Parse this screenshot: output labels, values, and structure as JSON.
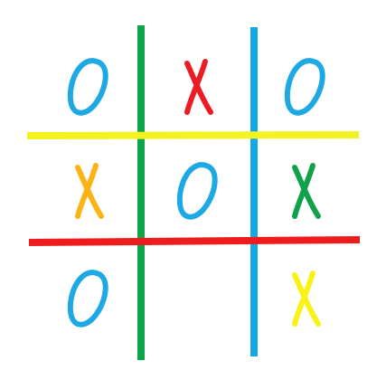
{
  "game": {
    "type": "tic-tac-toe",
    "background": "#ffffff",
    "grid_lines": [
      {
        "orientation": "vertical",
        "position": 1,
        "color": "#0ea449"
      },
      {
        "orientation": "vertical",
        "position": 2,
        "color": "#14a9e3"
      },
      {
        "orientation": "horizontal",
        "position": 1,
        "color": "#f5f222"
      },
      {
        "orientation": "horizontal",
        "position": 2,
        "color": "#ee1c1c"
      }
    ],
    "cells": [
      {
        "row": 0,
        "col": 0,
        "mark": "O",
        "color": "#1ea8e4"
      },
      {
        "row": 0,
        "col": 1,
        "mark": "X",
        "color": "#ec1c24"
      },
      {
        "row": 0,
        "col": 2,
        "mark": "O",
        "color": "#1ea8e4"
      },
      {
        "row": 1,
        "col": 0,
        "mark": "X",
        "color": "#fbb316"
      },
      {
        "row": 1,
        "col": 1,
        "mark": "O",
        "color": "#1ea8e4"
      },
      {
        "row": 1,
        "col": 2,
        "mark": "X",
        "color": "#10a24a"
      },
      {
        "row": 2,
        "col": 0,
        "mark": "O",
        "color": "#1ea8e4"
      },
      {
        "row": 2,
        "col": 1,
        "mark": "",
        "color": ""
      },
      {
        "row": 2,
        "col": 2,
        "mark": "X",
        "color": "#f9f219"
      }
    ]
  }
}
